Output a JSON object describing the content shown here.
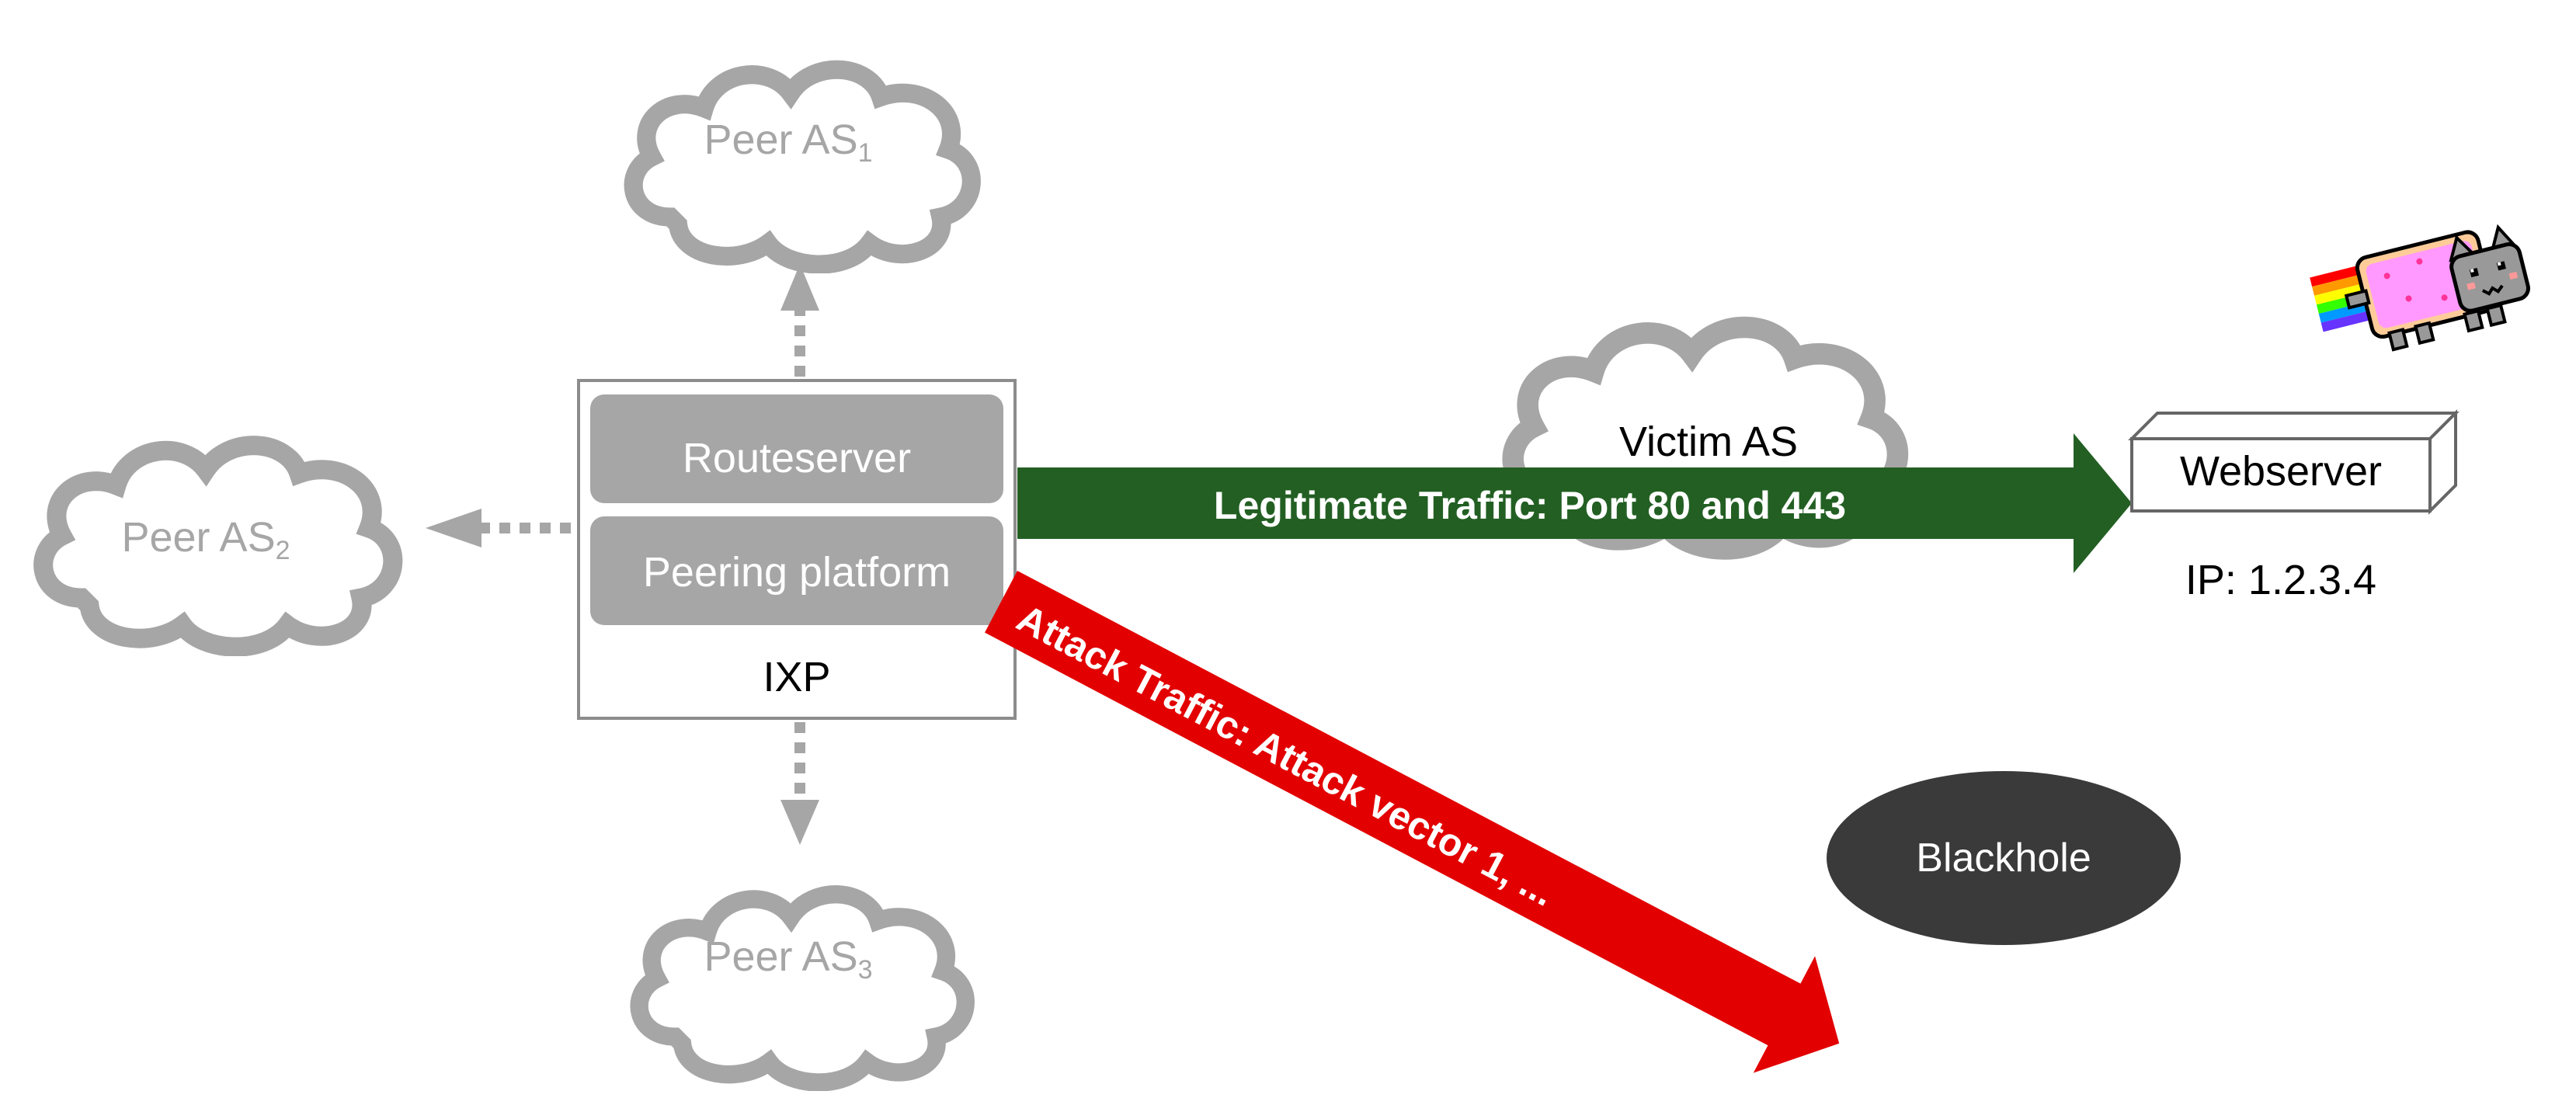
{
  "peers": {
    "peer1": {
      "label": "Peer AS",
      "sub": "1"
    },
    "peer2": {
      "label": "Peer AS",
      "sub": "2"
    },
    "peer3": {
      "label": "Peer AS",
      "sub": "3"
    }
  },
  "ixp": {
    "routeserver": "Routeserver",
    "peering_platform": "Peering platform",
    "label": "IXP"
  },
  "victim": {
    "label": "Victim AS"
  },
  "webserver": {
    "label": "Webserver",
    "ip": "IP: 1.2.3.4"
  },
  "blackhole": {
    "label": "Blackhole"
  },
  "traffic": {
    "legitimate": "Legitimate Traffic: Port 80 and 443",
    "attack": "Attack Traffic: Attack vector 1, ..."
  },
  "colors": {
    "legitimate_arrow": "#235f23",
    "attack_arrow": "#e20000",
    "ixp_module": "#a6a6a6",
    "cloud_outline": "#a6a6a6",
    "blackhole_fill": "#3a3a3a"
  },
  "icons": {
    "mascot": "rainbow-cat-icon"
  }
}
